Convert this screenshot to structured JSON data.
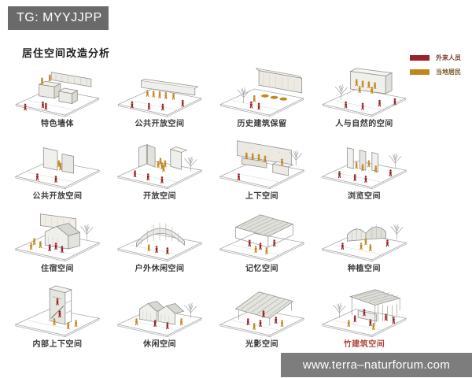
{
  "banner": {
    "text": "TG: MYYJJPP"
  },
  "title": "居住空间改造分析",
  "legend": {
    "items": [
      {
        "label": "外来人员",
        "color": "#9b2226"
      },
      {
        "label": "当地居民",
        "color": "#c2861c"
      }
    ]
  },
  "watermark": {
    "text": "www.terra–naturforum.com"
  },
  "colors": {
    "outsider": "#9b2226",
    "local": "#c2861c",
    "structure_stroke": "#8f8f8f",
    "tree": "#a3a3a3",
    "highlight_label": "#b0493c"
  },
  "grid": {
    "cells": [
      {
        "label": "特色墙体",
        "variant": "feature-wall"
      },
      {
        "label": "公共开放空间",
        "variant": "low-wall"
      },
      {
        "label": "历史建筑保留",
        "variant": "historic"
      },
      {
        "label": "人与自然的空间",
        "variant": "nature"
      },
      {
        "label": "公共开放空间",
        "variant": "two-slabs"
      },
      {
        "label": "开放空间",
        "variant": "folded"
      },
      {
        "label": "上下空间",
        "variant": "big-wall"
      },
      {
        "label": "浏览空间",
        "variant": "slab-row"
      },
      {
        "label": "住宿空间",
        "variant": "lodging"
      },
      {
        "label": "户外休闲空间",
        "variant": "fin-vault"
      },
      {
        "label": "记忆空间",
        "variant": "memory"
      },
      {
        "label": "种植空间",
        "variant": "planting"
      },
      {
        "label": "内部上下空间",
        "variant": "tower"
      },
      {
        "label": "休闲空间",
        "variant": "twin-house"
      },
      {
        "label": "光影空间",
        "variant": "rafter-roof"
      },
      {
        "label": "竹建筑空间",
        "variant": "bamboo",
        "label_color": "#b0493c"
      }
    ]
  }
}
